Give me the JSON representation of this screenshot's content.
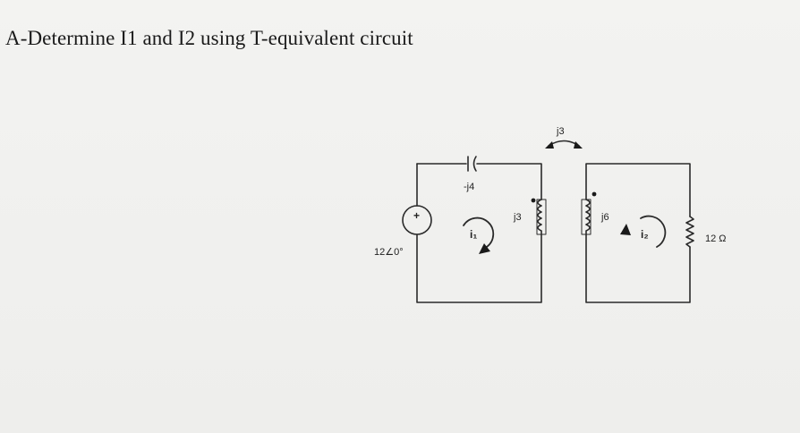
{
  "question": {
    "text": "A-Determine I1 and I2 using T-equivalent circuit"
  },
  "circuit": {
    "mutual_reactance": "j3",
    "capacitor_reactance": "-j4",
    "primary_inductor_reactance": "j3",
    "secondary_inductor_reactance": "j6",
    "source_phasor": "12∠0°",
    "source_polarity": "+",
    "load_resistance": "12 Ω",
    "mesh_current_1": "i₁",
    "mesh_current_2": "i₂"
  },
  "colors": {
    "background": "#f1f1ef",
    "wire": "#2a2a2a",
    "text": "#1a1a1a"
  }
}
